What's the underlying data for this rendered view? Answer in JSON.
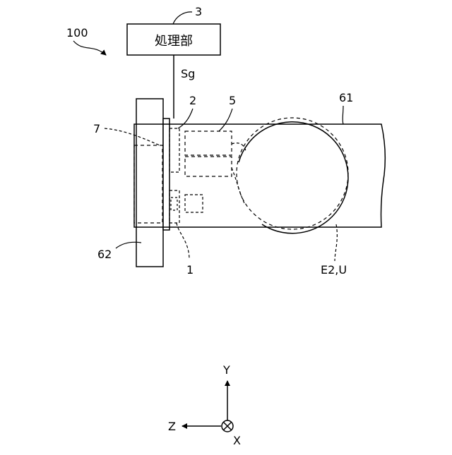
{
  "diagram": {
    "processing_unit_label": "処理部",
    "ref_processing_unit": "3",
    "ref_system": "100",
    "signal_label": "Sg",
    "ref_sensor_2": "2",
    "ref_component_5": "5",
    "ref_substrate_61": "61",
    "ref_component_7": "7",
    "ref_holder_62": "62",
    "ref_sensor_1": "1",
    "ref_region": "E2,U"
  },
  "axes": {
    "y_label": "Y",
    "z_label": "Z",
    "x_label": "X"
  },
  "colors": {
    "line": "#000000",
    "background": "#ffffff"
  }
}
